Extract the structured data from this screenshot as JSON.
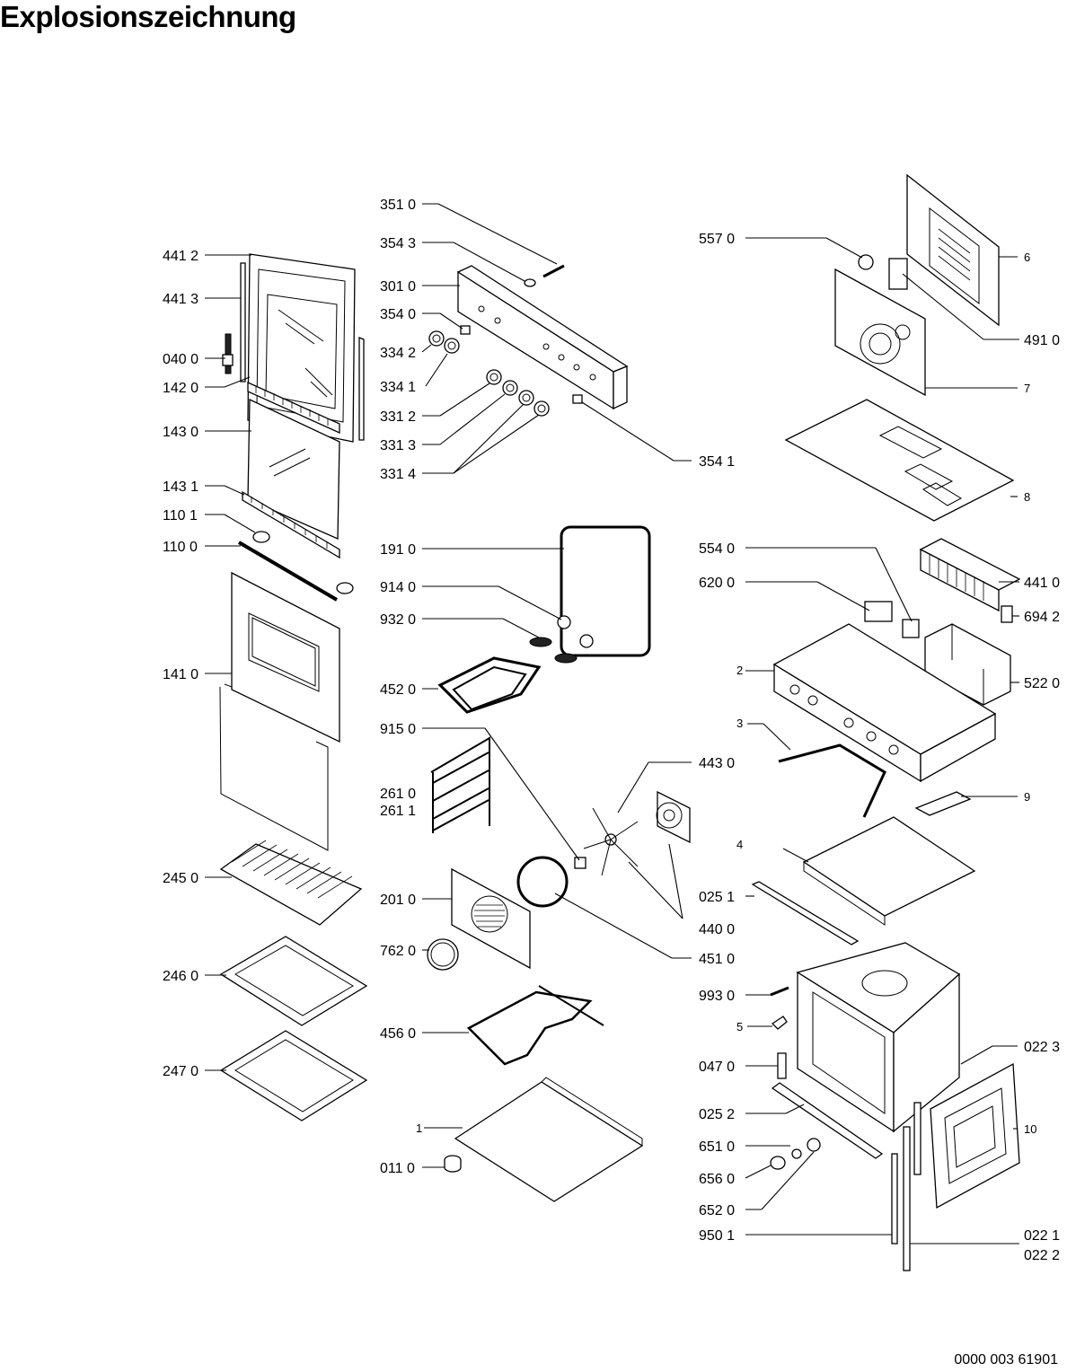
{
  "title": "Explosionszeichnung",
  "document_number": "0000 003 61901",
  "labels": {
    "l3510": "351 0",
    "l3543": "354 3",
    "l3010": "301 0",
    "l3540": "354 0",
    "l3342": "334 2",
    "l3341": "334 1",
    "l3312": "331 2",
    "l3313": "331 3",
    "l3314": "331 4",
    "l3541": "354 1",
    "l4412": "441 2",
    "l4413": "441 3",
    "l0400": "040 0",
    "l1420": "142 0",
    "l1430": "143 0",
    "l1431": "143 1",
    "l1101": "110 1",
    "l1100": "110 0",
    "l1410": "141 0",
    "l2450": "245 0",
    "l2460": "246 0",
    "l2470": "247 0",
    "l1910": "191 0",
    "l9140": "914 0",
    "l9320": "932 0",
    "l4520": "452 0",
    "l9150": "915 0",
    "l2610": "261 0",
    "l2611": "261 1",
    "l2010": "201 0",
    "l7620": "762 0",
    "l4560": "456 0",
    "l0110": "011 0",
    "n1": "1",
    "l4430": "443 0",
    "l4400": "440 0",
    "l4510": "451 0",
    "l5570": "557 0",
    "n6": "6",
    "l4910": "491 0",
    "n7": "7",
    "n8": "8",
    "l5540": "554 0",
    "l6200": "620 0",
    "l4410": "441 0",
    "l6942": "694 2",
    "n2": "2",
    "l5220": "522 0",
    "n3": "3",
    "n9": "9",
    "n4": "4",
    "l0251": "025 1",
    "l9930": "993 0",
    "n5": "5",
    "l0470": "047 0",
    "l0223": "022 3",
    "l0252": "025 2",
    "n10": "10",
    "l6510": "651 0",
    "l6560": "656 0",
    "l6520": "652 0",
    "l9501": "950 1",
    "l0221": "022 1",
    "l0222": "022 2"
  }
}
